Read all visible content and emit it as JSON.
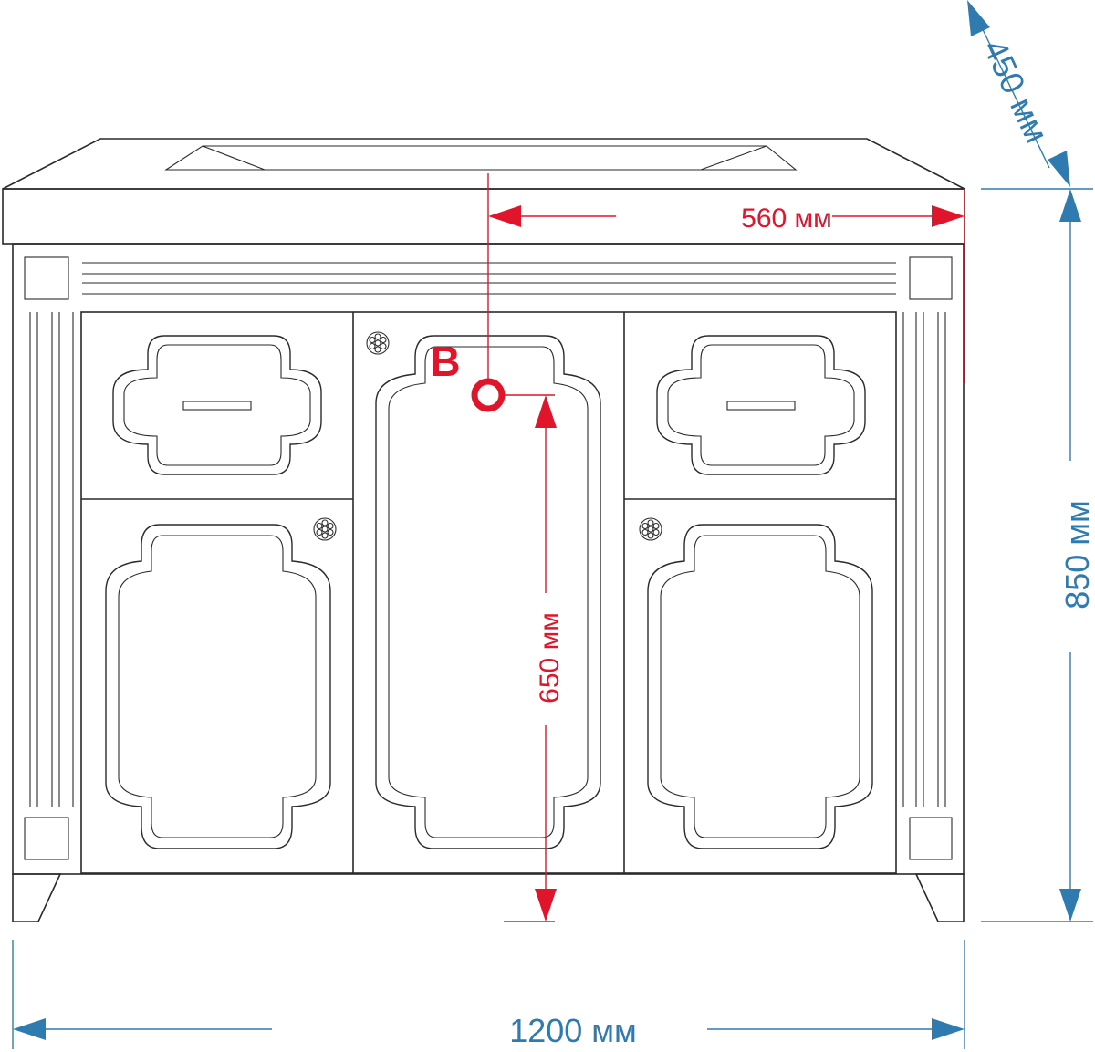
{
  "dimensions": {
    "width": "1200 мм",
    "height": "850 мм",
    "depth": "450 мм",
    "outlet_offset": "560 мм",
    "outlet_height": "650 мм"
  },
  "outlet_marker": "B",
  "colors": {
    "dimension": "#2f7bb0",
    "outlet": "#e0142a",
    "outline": "#2a2a2a"
  }
}
